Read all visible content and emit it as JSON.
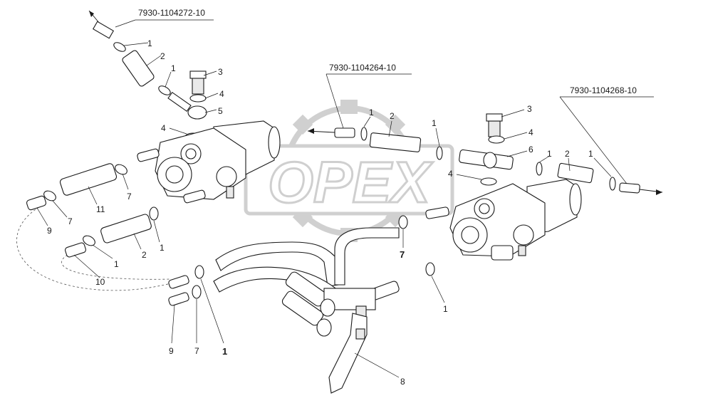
{
  "watermark": {
    "text": "OPEX",
    "color": "#d0d0d0"
  },
  "assemblies": [
    {
      "code": "7930-1104272-10"
    },
    {
      "code": "7930-1104264-10"
    },
    {
      "code": "7930-1104268-10"
    }
  ],
  "callouts": [
    {
      "text": "1"
    },
    {
      "text": "2"
    },
    {
      "text": "1"
    },
    {
      "text": "3"
    },
    {
      "text": "4"
    },
    {
      "text": "5"
    },
    {
      "text": "4"
    },
    {
      "text": "7"
    },
    {
      "text": "11"
    },
    {
      "text": "7"
    },
    {
      "text": "9"
    },
    {
      "text": "2"
    },
    {
      "text": "1"
    },
    {
      "text": "1"
    },
    {
      "text": "10"
    },
    {
      "text": "9"
    },
    {
      "text": "7"
    },
    {
      "text": "1"
    },
    {
      "text": "1"
    },
    {
      "text": "2"
    },
    {
      "text": "1"
    },
    {
      "text": "3"
    },
    {
      "text": "4"
    },
    {
      "text": "6"
    },
    {
      "text": "4"
    },
    {
      "text": "1"
    },
    {
      "text": "2"
    },
    {
      "text": "1"
    },
    {
      "text": "7"
    },
    {
      "text": "1"
    },
    {
      "text": "8"
    }
  ]
}
